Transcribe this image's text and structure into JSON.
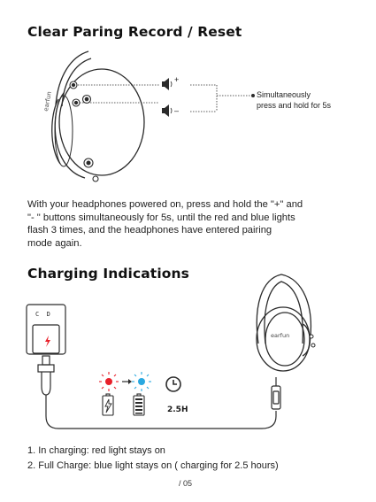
{
  "section_reset": {
    "title": "Clear Paring Record / Reset",
    "plus_button_label": "+",
    "minus_button_label": "–",
    "callout": [
      "Simultaneously",
      "press and hold for 5s"
    ],
    "brand_mark": "earfun",
    "instructions": [
      "With your headphones powered on, press and hold the \"+\" and",
      "\"- \" buttons simultaneously for 5s, until the red and blue lights",
      "flash 3 times, and the headphones have entered pairing",
      "mode again."
    ]
  },
  "section_charging": {
    "title": "Charging Indications",
    "adapter_pins": "C  D",
    "duration": "2.5H",
    "brand_mark": "earfun",
    "indications": [
      "1. In charging: red light stays on",
      "2. Full Charge: blue light stays on ( charging for 2.5 hours)"
    ],
    "colors": {
      "red_light": "#e8202a",
      "blue_light": "#29a8e0",
      "line_art": "#2b2b2b"
    }
  },
  "footer": {
    "page_number": "/ 05"
  }
}
